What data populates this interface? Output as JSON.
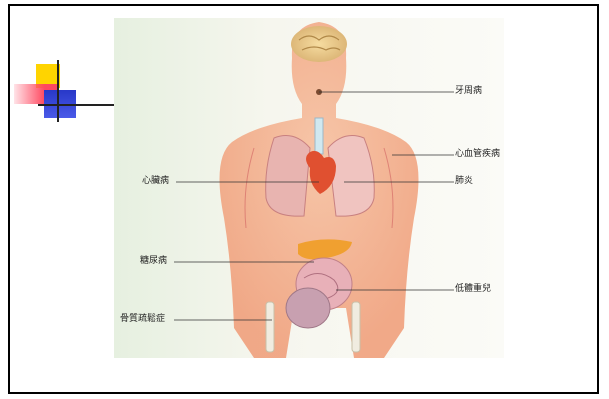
{
  "labels": {
    "periodontal": "牙周病",
    "cardiovascular": "心血管疾病",
    "heart": "心臟病",
    "pneumonia": "肺炎",
    "diabetes": "糖尿病",
    "low_birth_weight": "低體重兒",
    "osteoporosis": "骨質疏鬆症"
  },
  "colors": {
    "deco_yellow": "#ffd400",
    "deco_red": "#ff4860",
    "deco_blue": "#2838c8",
    "skin": "#f2a987",
    "lung": "#f0b4b4",
    "heart": "#e05030",
    "pancreas": "#f0a030"
  }
}
